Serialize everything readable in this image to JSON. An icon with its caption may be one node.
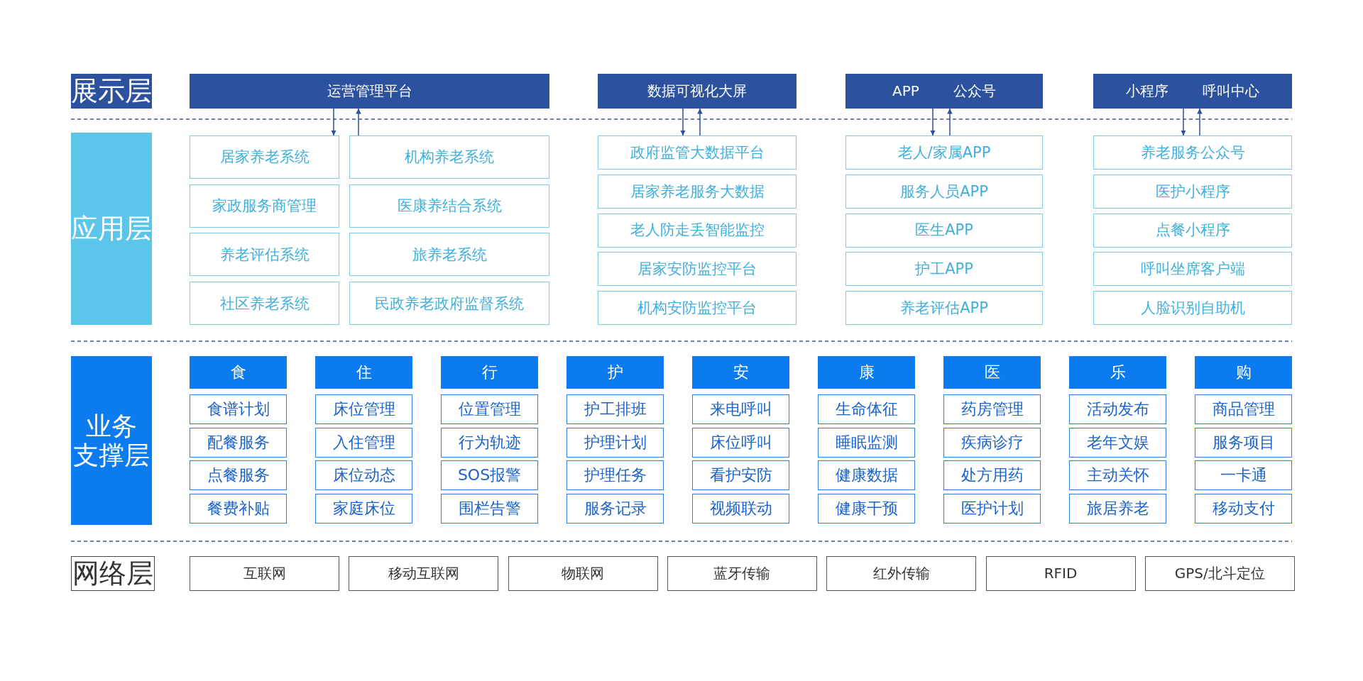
{
  "diagram": {
    "nodes": [
      {
        "text": [
          "展示层"
        ]
      },
      {
        "text": [
          "运营管理平台"
        ]
      },
      {
        "text": [
          "数据可视化大屏"
        ]
      },
      {
        "text": [
          "APP",
          "公众号"
        ]
      },
      {
        "text": [
          "小程序",
          "呼叫中心"
        ]
      },
      {
        "text": [
          "应用层"
        ]
      },
      {
        "text": [
          "居家养老系统"
        ]
      },
      {
        "text": [
          "家政服务商管理"
        ]
      },
      {
        "text": [
          "养老评估系统"
        ]
      },
      {
        "text": [
          "社区养老系统"
        ]
      },
      {
        "text": [
          "机构养老系统"
        ]
      },
      {
        "text": [
          "医康养结合系统"
        ]
      },
      {
        "text": [
          "旅养老系统"
        ]
      },
      {
        "text": [
          "民政养老政府监督系统"
        ]
      },
      {
        "text": [
          "政府监管大数据平台"
        ]
      },
      {
        "text": [
          "居家养老服务大数据"
        ]
      },
      {
        "text": [
          "老人防走丢智能监控"
        ]
      },
      {
        "text": [
          "居家安防监控平台"
        ]
      },
      {
        "text": [
          "机构安防监控平台"
        ]
      },
      {
        "text": [
          "老人/家属APP"
        ]
      },
      {
        "text": [
          "服务人员APP"
        ]
      },
      {
        "text": [
          "医生APP"
        ]
      },
      {
        "text": [
          "护工APP"
        ]
      },
      {
        "text": [
          "养老评估APP"
        ]
      },
      {
        "text": [
          "养老服务公众号"
        ]
      },
      {
        "text": [
          "医护小程序"
        ]
      },
      {
        "text": [
          "点餐小程序"
        ]
      },
      {
        "text": [
          "呼叫坐席客户端"
        ]
      },
      {
        "text": [
          "人脸识别自助机"
        ]
      },
      {
        "text": [
          "业务支撑层"
        ]
      },
      {
        "text": [
          "食"
        ]
      },
      {
        "text": [
          "食谱计划"
        ]
      },
      {
        "text": [
          "配餐服务"
        ]
      },
      {
        "text": [
          "点餐服务"
        ]
      },
      {
        "text": [
          "餐费补贴"
        ]
      },
      {
        "text": [
          "住"
        ]
      },
      {
        "text": [
          "床位管理"
        ]
      },
      {
        "text": [
          "入住管理"
        ]
      },
      {
        "text": [
          "床位动态"
        ]
      },
      {
        "text": [
          "家庭床位"
        ]
      },
      {
        "text": [
          "行"
        ]
      },
      {
        "text": [
          "位置管理"
        ]
      },
      {
        "text": [
          "行为轨迹"
        ]
      },
      {
        "text": [
          "SOS报警"
        ]
      },
      {
        "text": [
          "围栏告警"
        ]
      },
      {
        "text": [
          "护"
        ]
      },
      {
        "text": [
          "护工排班"
        ]
      },
      {
        "text": [
          "护理计划"
        ]
      },
      {
        "text": [
          "护理任务"
        ]
      },
      {
        "text": [
          "服务记录"
        ]
      },
      {
        "text": [
          "安"
        ]
      },
      {
        "text": [
          "来电呼叫"
        ]
      },
      {
        "text": [
          "床位呼叫"
        ]
      },
      {
        "text": [
          "看护安防"
        ]
      },
      {
        "text": [
          "视频联动"
        ]
      },
      {
        "text": [
          "康"
        ]
      },
      {
        "text": [
          "生命体征"
        ]
      },
      {
        "text": [
          "睡眠监测"
        ]
      },
      {
        "text": [
          "健康数据"
        ]
      },
      {
        "text": [
          "健康干预"
        ]
      },
      {
        "text": [
          "医"
        ]
      },
      {
        "text": [
          "药房管理"
        ]
      },
      {
        "text": [
          "疾病诊疗"
        ]
      },
      {
        "text": [
          "处方用药"
        ]
      },
      {
        "text": [
          "医护计划"
        ]
      },
      {
        "text": [
          "乐"
        ]
      },
      {
        "text": [
          "活动发布"
        ]
      },
      {
        "text": [
          "老年文娱"
        ]
      },
      {
        "text": [
          "主动关怀"
        ]
      },
      {
        "text": [
          "旅居养老"
        ]
      },
      {
        "text": [
          "购"
        ]
      },
      {
        "text": [
          "商品管理"
        ]
      },
      {
        "text": [
          "服务项目"
        ]
      },
      {
        "text": [
          "一卡通"
        ]
      },
      {
        "text": [
          "移动支付"
        ]
      },
      {
        "text": [
          "网络层"
        ]
      },
      {
        "text": [
          "互联网"
        ]
      },
      {
        "text": [
          "移动互联网"
        ]
      },
      {
        "text": [
          "物联网"
        ]
      },
      {
        "text": [
          "蓝牙传输"
        ]
      },
      {
        "text": [
          "红外传输"
        ]
      },
      {
        "text": [
          "RFID"
        ]
      },
      {
        "text": [
          "GPS/北斗定位"
        ]
      }
    ],
    "edges": [
      {
        "from": 1,
        "to": 6,
        "arrow": "to"
      },
      {
        "from": 10,
        "to": 1,
        "arrow": "to"
      },
      {
        "from": 2,
        "to": 14,
        "arrow": "to"
      },
      {
        "from": 14,
        "to": 2,
        "arrow": "to"
      },
      {
        "from": 3,
        "to": 19,
        "arrow": "to"
      },
      {
        "from": 19,
        "to": 3,
        "arrow": "to"
      },
      {
        "from": 4,
        "to": 24,
        "arrow": "to"
      },
      {
        "from": 24,
        "to": 4,
        "arrow": "to"
      }
    ]
  }
}
